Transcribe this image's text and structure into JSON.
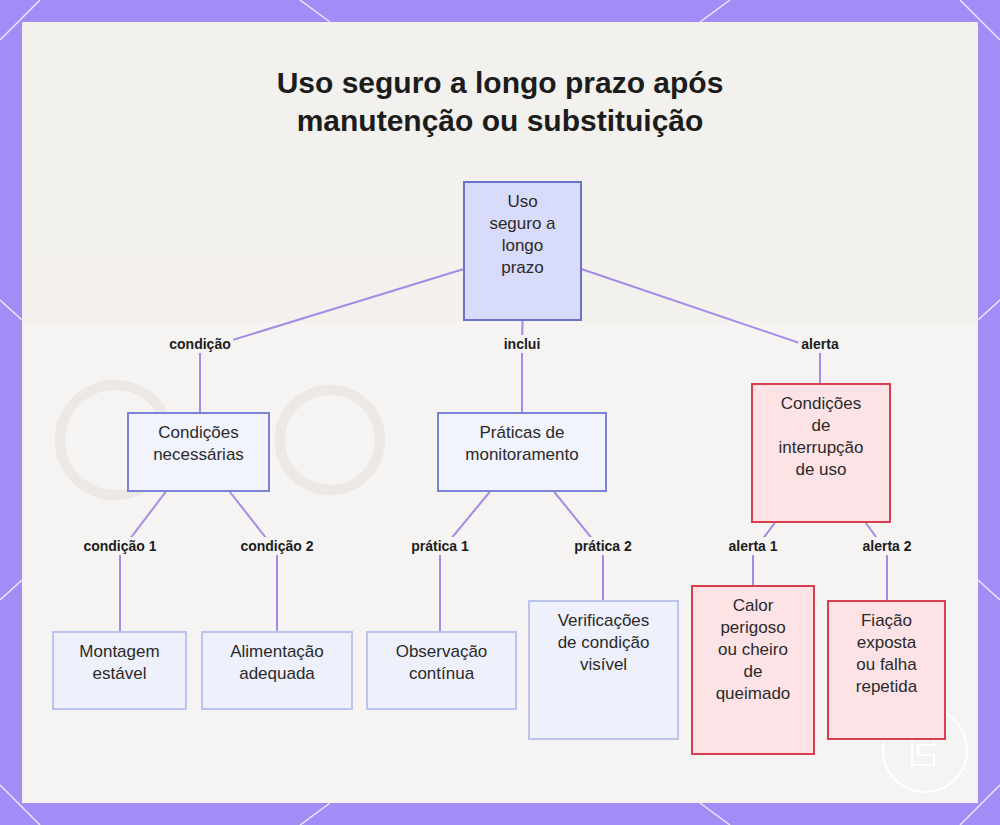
{
  "diagram": {
    "title": "Uso seguro a longo prazo após manutenção ou substituição",
    "nodes": [
      {
        "text": [
          "Uso seguro a longo prazo"
        ]
      },
      {
        "text": [
          "Condições necessárias"
        ]
      },
      {
        "text": [
          "Práticas de monitoramento"
        ]
      },
      {
        "text": [
          "Condições de interrupção de uso"
        ]
      },
      {
        "text": [
          "Montagem estável"
        ]
      },
      {
        "text": [
          "Alimentação adequada"
        ]
      },
      {
        "text": [
          "Observação contínua"
        ]
      },
      {
        "text": [
          "Verificações de condição visível"
        ]
      },
      {
        "text": [
          "Calor perigoso ou cheiro de queimado"
        ]
      },
      {
        "text": [
          "Fiação exposta ou falha repetida"
        ]
      }
    ],
    "edges": [
      {
        "from": 0,
        "to": 1,
        "label": "condição",
        "arrow": "none"
      },
      {
        "from": 0,
        "to": 2,
        "label": "inclui",
        "arrow": "none"
      },
      {
        "from": 0,
        "to": 3,
        "label": "alerta",
        "arrow": "none"
      },
      {
        "from": 1,
        "to": 4,
        "label": "condição 1",
        "arrow": "none"
      },
      {
        "from": 1,
        "to": 5,
        "label": "condição 2",
        "arrow": "none"
      },
      {
        "from": 2,
        "to": 6,
        "label": "prática 1",
        "arrow": "none"
      },
      {
        "from": 2,
        "to": 7,
        "label": "prática 2",
        "arrow": "none"
      },
      {
        "from": 3,
        "to": 8,
        "label": "alerta 1",
        "arrow": "none"
      },
      {
        "from": 3,
        "to": 9,
        "label": "alerta 2",
        "arrow": "none"
      }
    ]
  }
}
